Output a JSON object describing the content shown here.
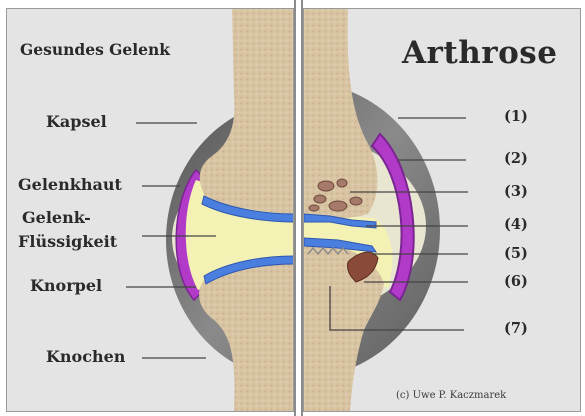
{
  "left_panel": {
    "title": "Gesundes Gelenk",
    "labels": {
      "kapsel": "Kapsel",
      "gelenkhaut": "Gelenkhaut",
      "gelenk_fluessigkeit_line1": "Gelenk-",
      "gelenk_fluessigkeit_line2": "Flüssigkeit",
      "knorpel": "Knorpel",
      "knochen": "Knochen"
    }
  },
  "right_panel": {
    "title": "Arthrose",
    "numbers": [
      "(1)",
      "(2)",
      "(3)",
      "(4)",
      "(5)",
      "(6)",
      "(7)"
    ],
    "credit": "(c) Uwe P. Kaczmarek"
  },
  "colors": {
    "panel_background": "#e4e4e4",
    "bone": "#d8c4a2",
    "capsule": "#7a7a7a",
    "synovial_membrane": "#b23ac8",
    "cartilage": "#4a7fe0",
    "synovial_fluid": "#f3f2b4",
    "bone_defect": "#8a4a3a"
  }
}
